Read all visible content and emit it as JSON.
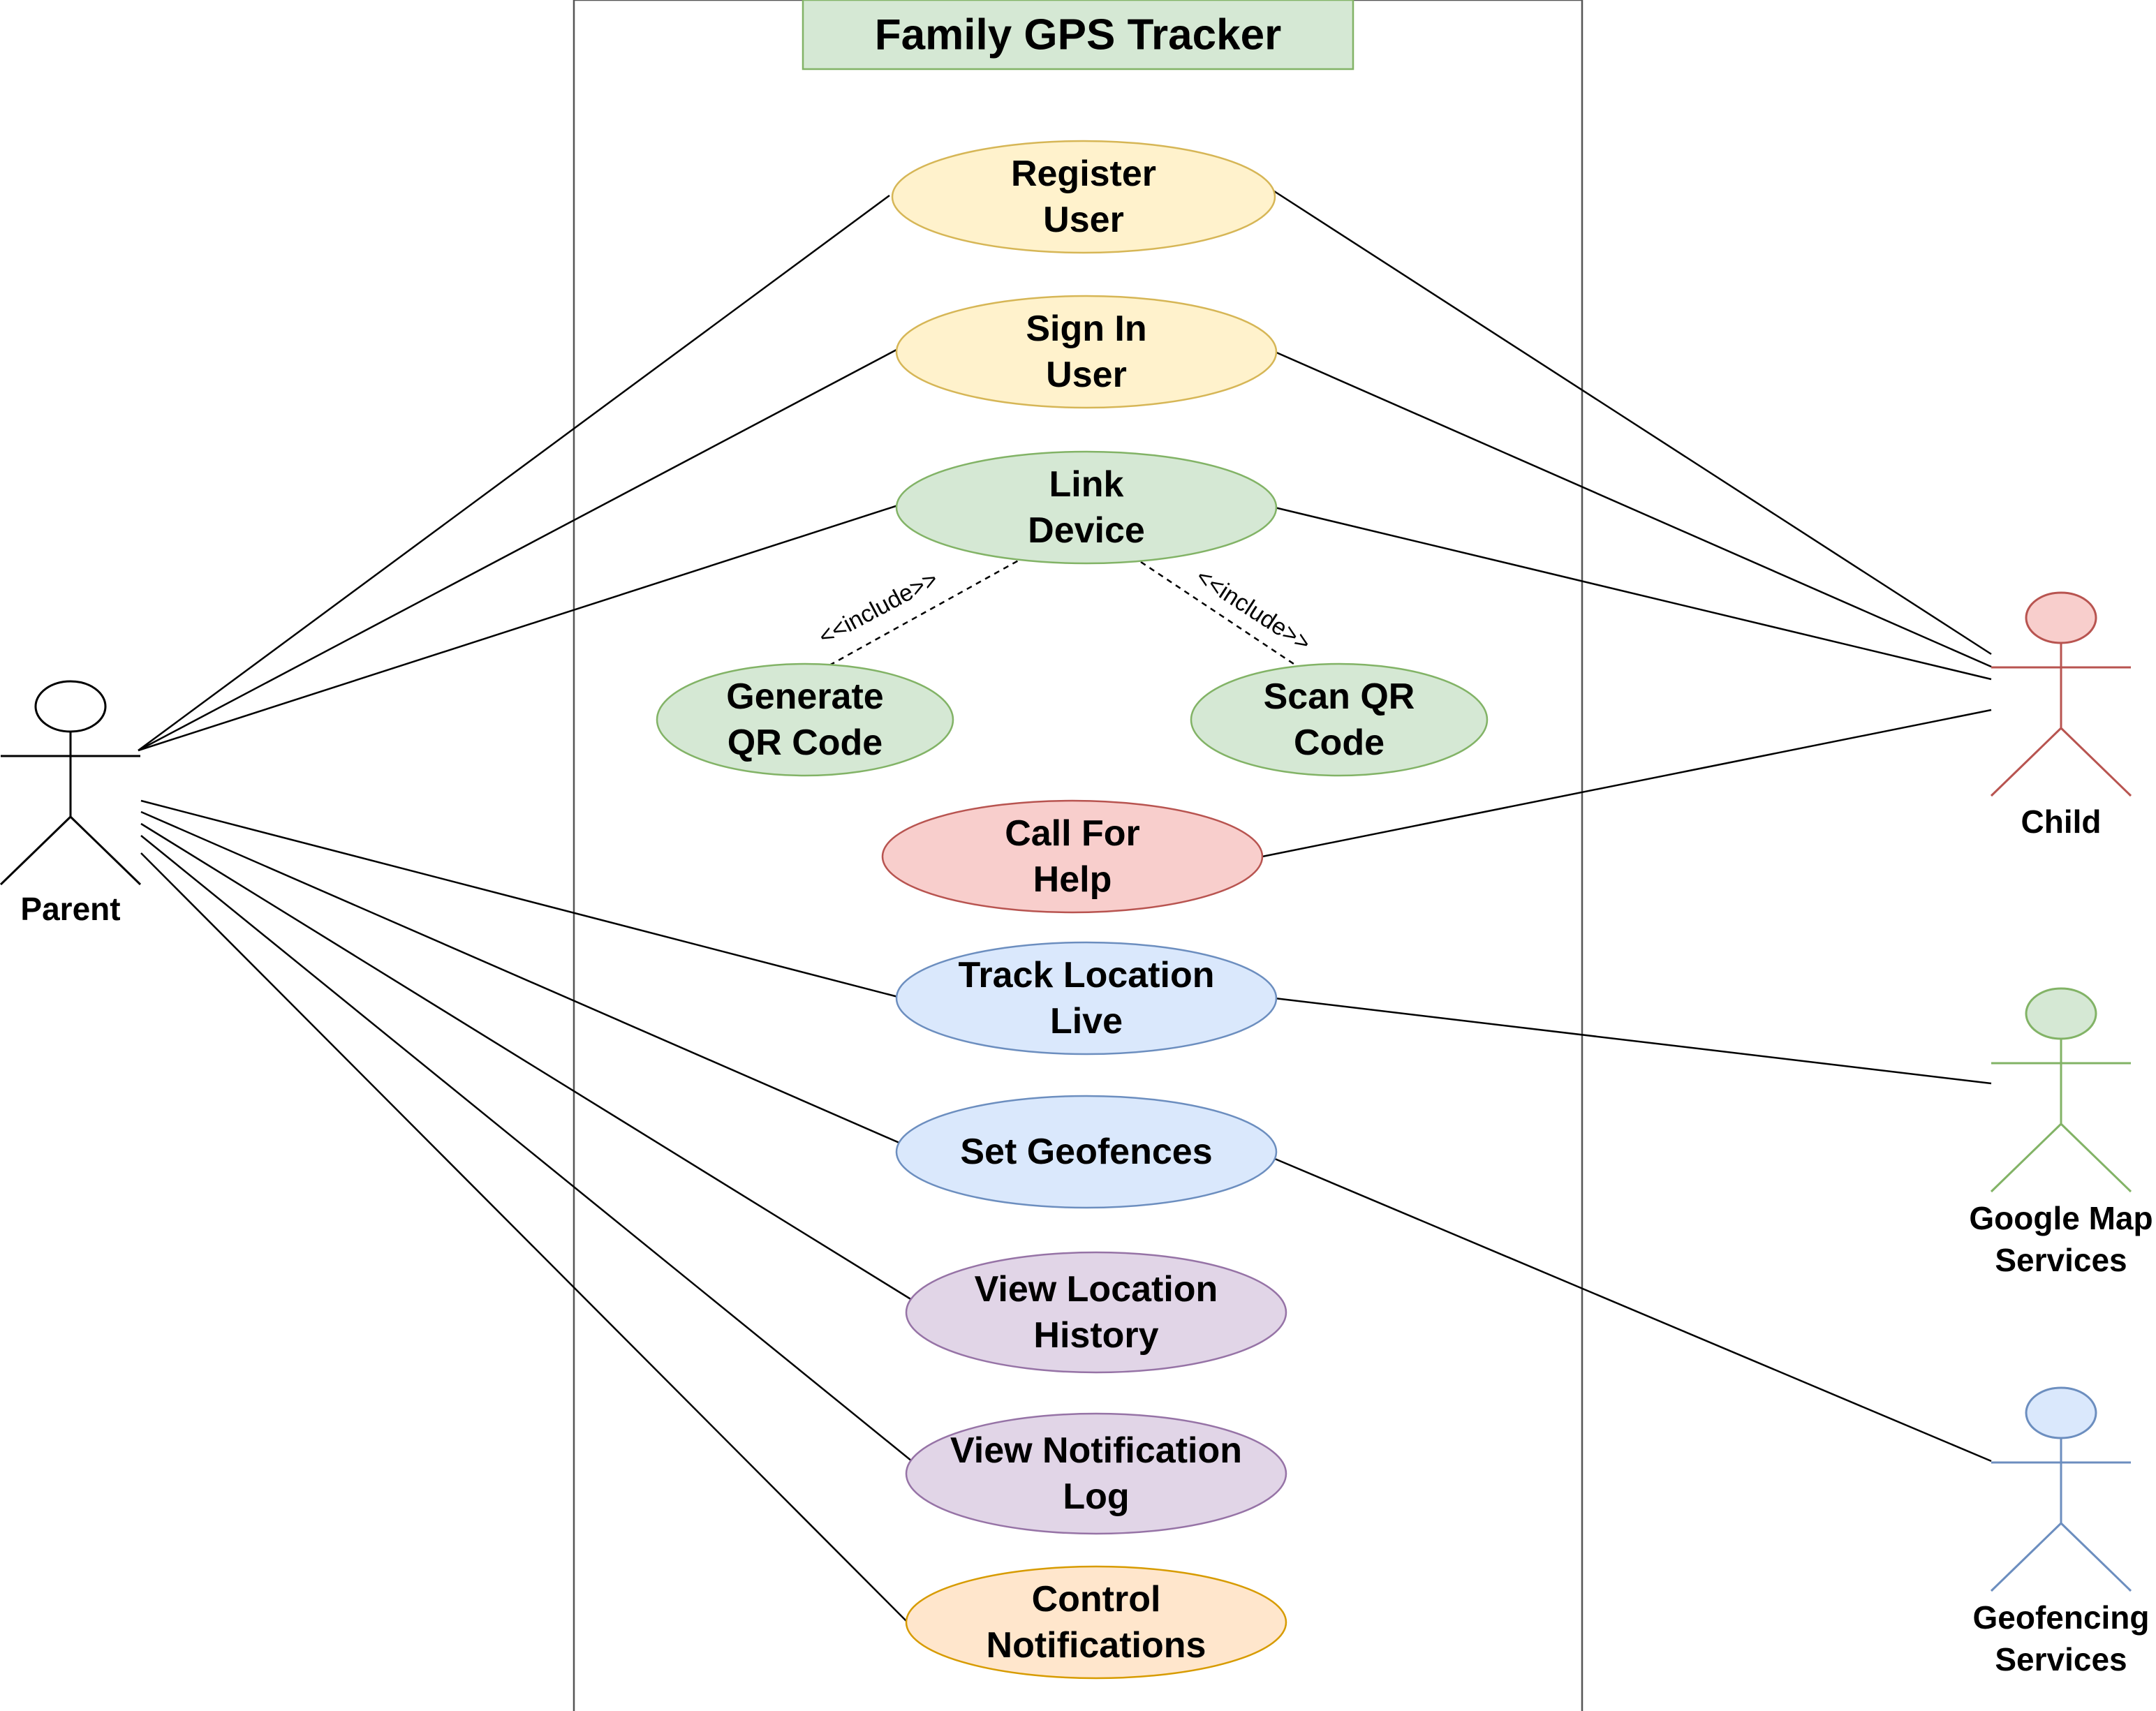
{
  "title": "Family GPS Tracker",
  "include_label": "<<include>>",
  "colors": {
    "title_fill": "#d5e8d4",
    "title_stroke": "#82b366",
    "yellow_fill": "#fff2cc",
    "yellow_stroke": "#d6b656",
    "green_fill": "#d5e8d4",
    "green_stroke": "#82b366",
    "red_fill": "#f8cecc",
    "red_stroke": "#b85450",
    "blue_fill": "#dae8fc",
    "blue_stroke": "#6c8ebf",
    "purple_fill": "#e1d5e7",
    "purple_stroke": "#9673a6",
    "orange_fill": "#ffe6cc",
    "orange_stroke": "#d79b00"
  },
  "actors": {
    "parent": {
      "label": [
        "Parent"
      ]
    },
    "child": {
      "label": [
        "Child"
      ]
    },
    "google_map": {
      "label": [
        "Google Map",
        "Services"
      ]
    },
    "geofencing": {
      "label": [
        "Geofencing",
        "Services"
      ]
    }
  },
  "use_cases": {
    "register_user": {
      "label": [
        "Register",
        "User"
      ]
    },
    "sign_in_user": {
      "label": [
        "Sign In",
        "User"
      ]
    },
    "link_device": {
      "label": [
        "Link",
        "Device"
      ]
    },
    "generate_qr": {
      "label": [
        "Generate",
        "QR Code"
      ]
    },
    "scan_qr": {
      "label": [
        "Scan QR",
        "Code"
      ]
    },
    "call_for_help": {
      "label": [
        "Call For",
        "Help"
      ]
    },
    "track_location": {
      "label": [
        "Track Location",
        "Live"
      ]
    },
    "set_geofences": {
      "label": [
        "Set Geofences"
      ]
    },
    "view_history": {
      "label": [
        "View Location",
        "History"
      ]
    },
    "view_notification_log": {
      "label": [
        "View Notification",
        "Log"
      ]
    },
    "control_notifications": {
      "label": [
        "Control",
        "Notifications"
      ]
    }
  }
}
